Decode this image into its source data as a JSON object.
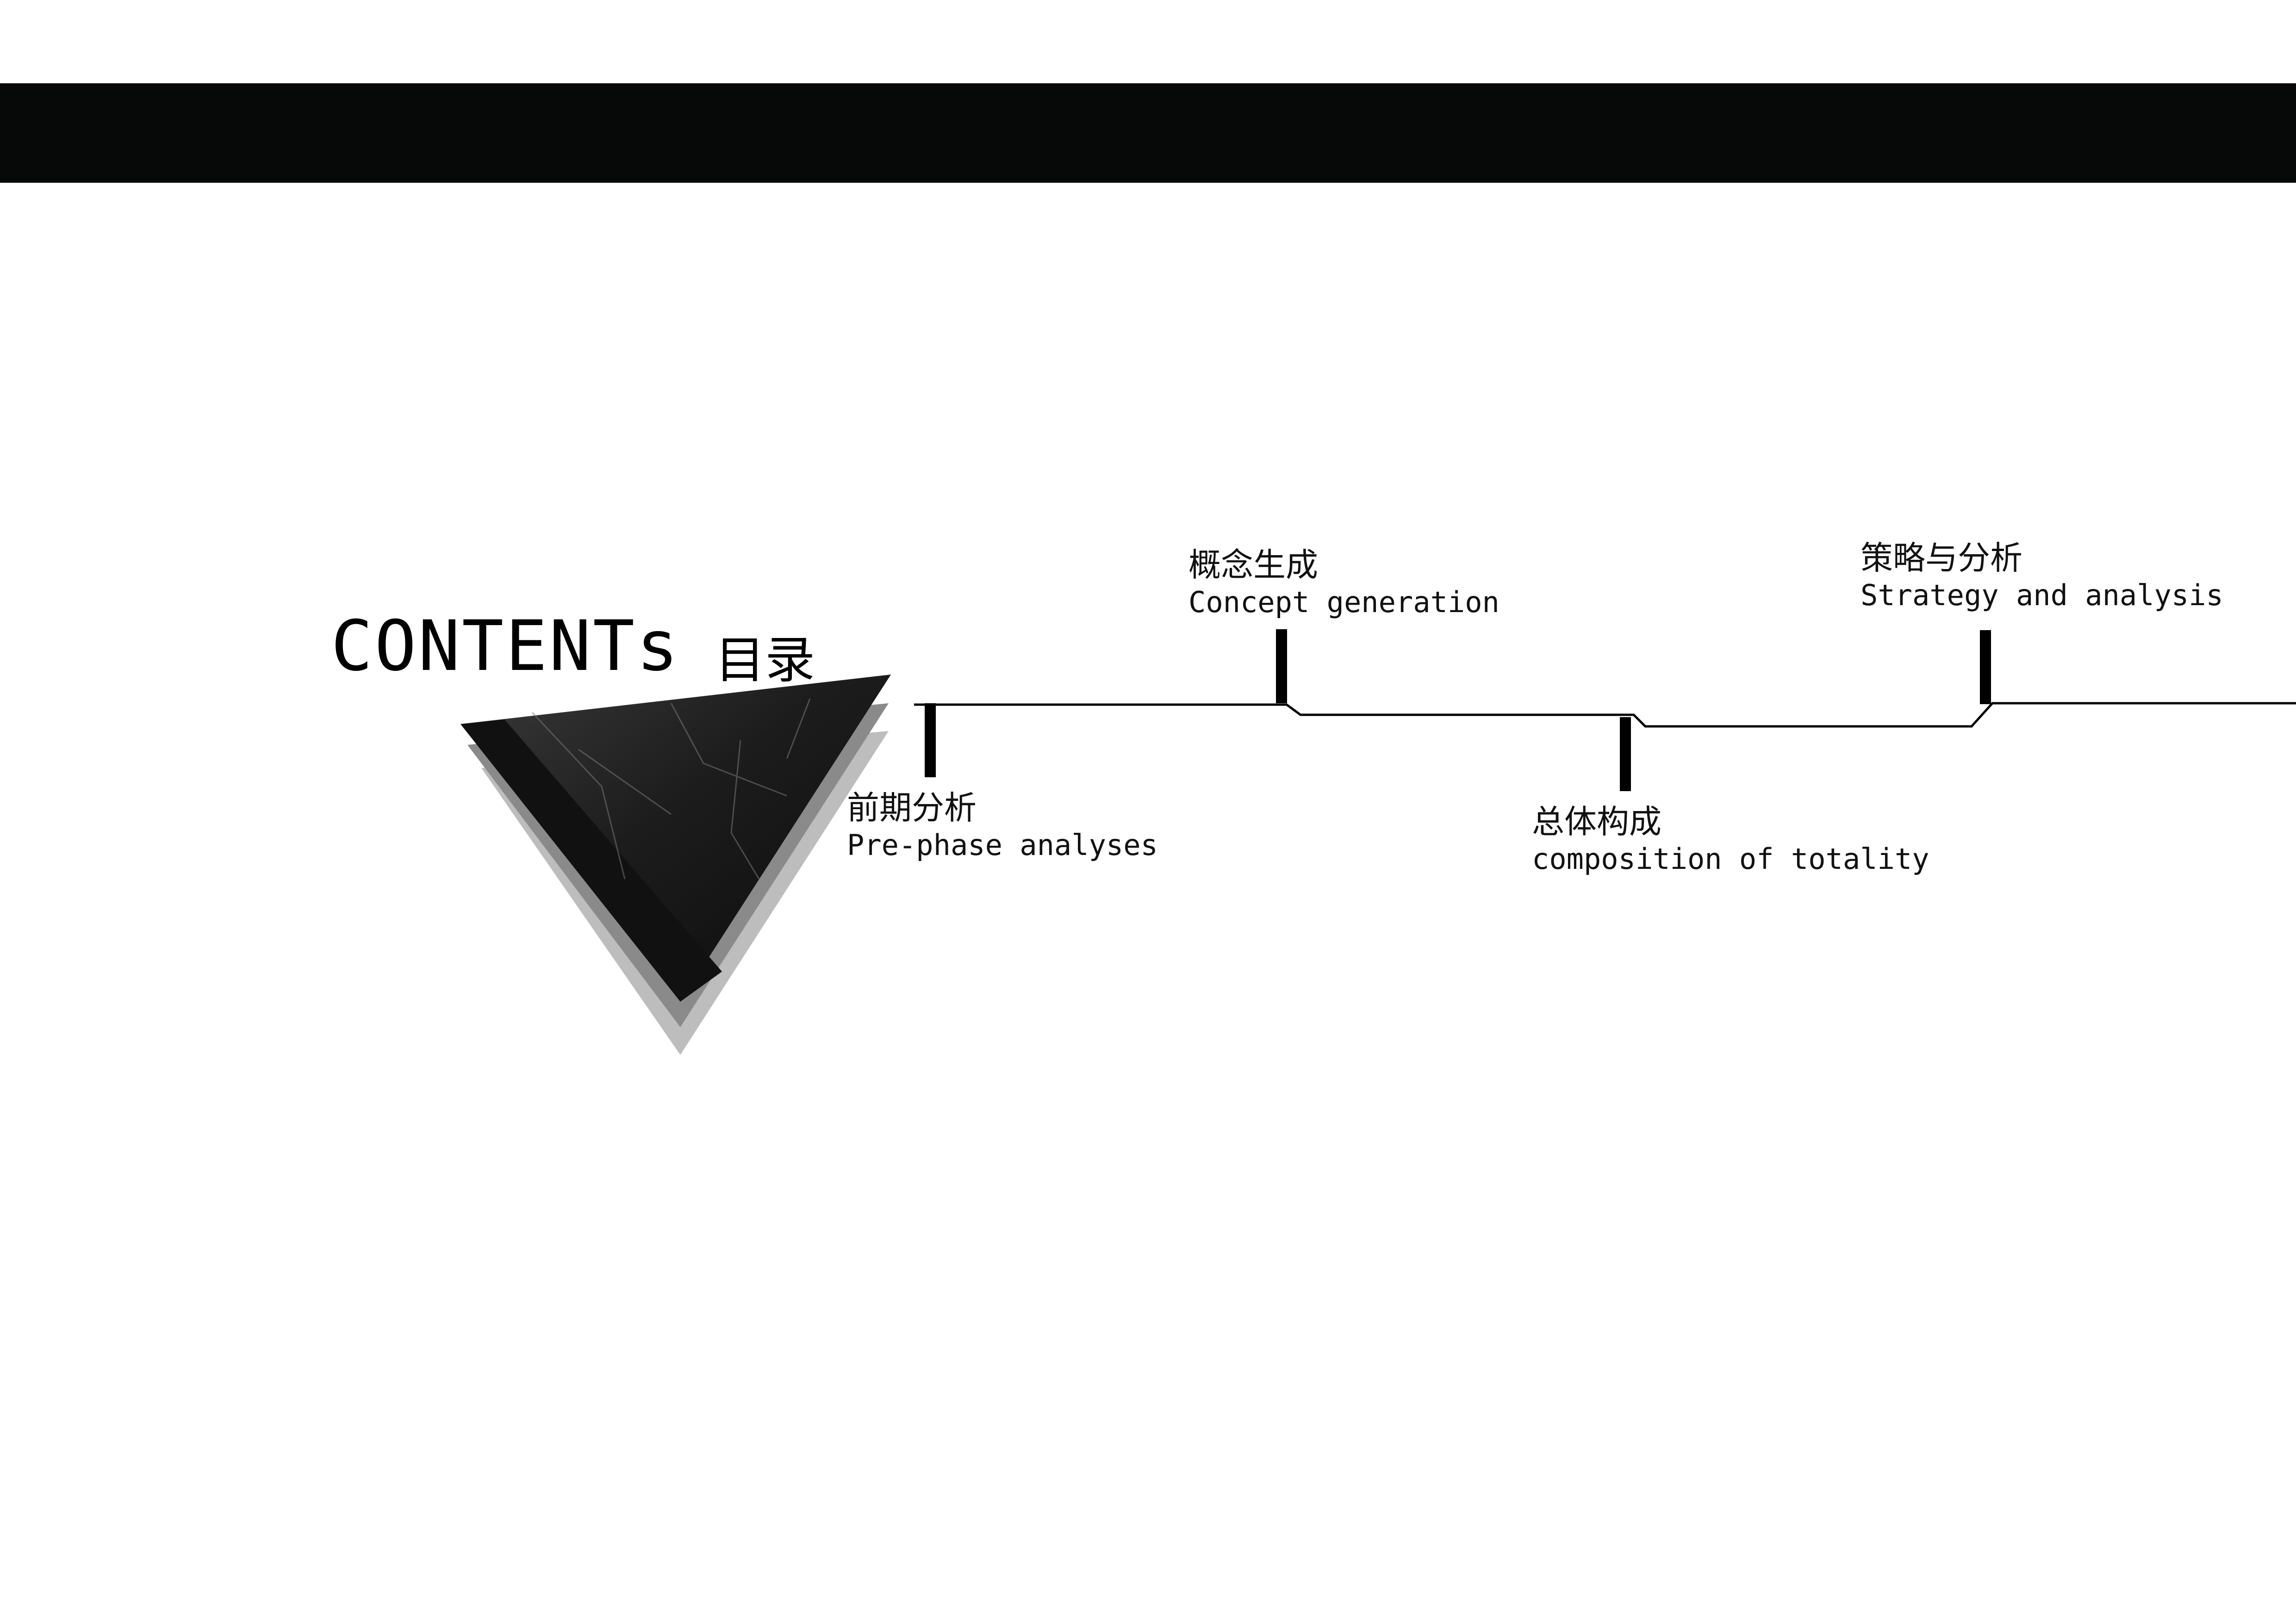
{
  "header": {
    "title": "CONTENTs",
    "title_cn": "目录"
  },
  "sections": [
    {
      "cn": "前期分析",
      "en": "Pre-phase analyses"
    },
    {
      "cn": "概念生成",
      "en": "Concept generation"
    },
    {
      "cn": "总体构成",
      "en": "composition of totality"
    },
    {
      "cn": "策略与分析",
      "en": "Strategy and analysis"
    }
  ],
  "colors": {
    "bar": "#070908",
    "text": "#000000",
    "line": "#000000"
  }
}
